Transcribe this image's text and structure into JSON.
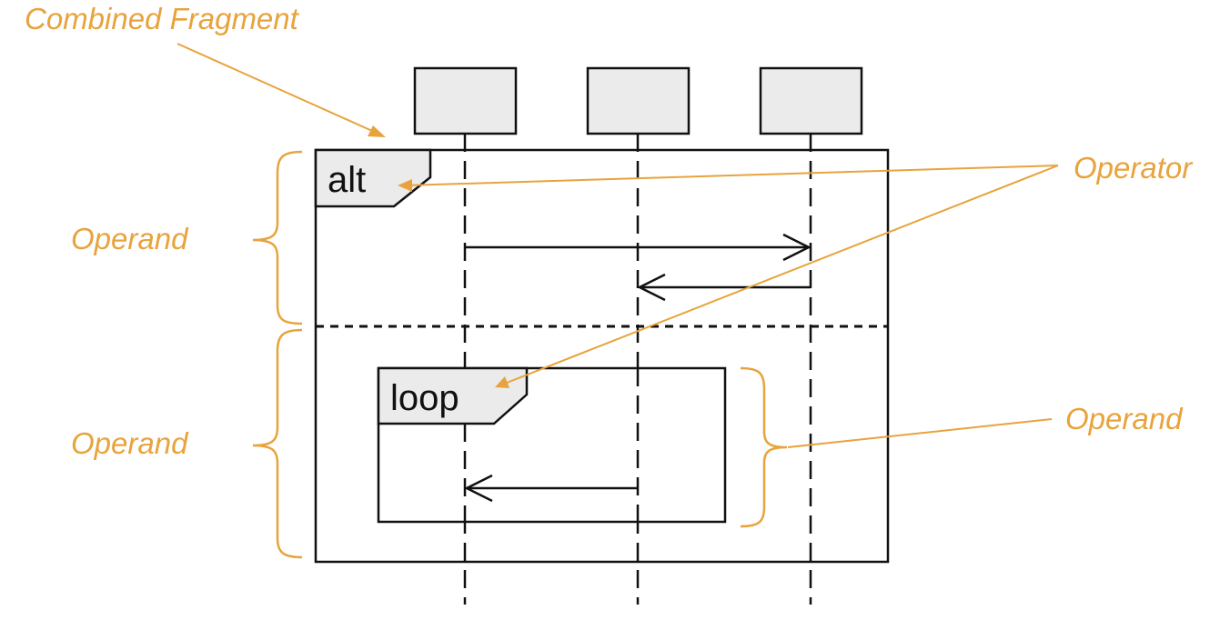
{
  "annotations": {
    "combined_fragment": "Combined Fragment",
    "operator": "Operator",
    "operand_top": "Operand",
    "operand_bottom": "Operand",
    "operand_right": "Operand"
  },
  "fragments": {
    "outer_operator": "alt",
    "inner_operator": "loop"
  },
  "colors": {
    "annotation": "#E8A33D",
    "line": "#111111",
    "lifeline_head_fill": "#EBEBEB",
    "operator_tab_fill": "#EBEBEB"
  }
}
